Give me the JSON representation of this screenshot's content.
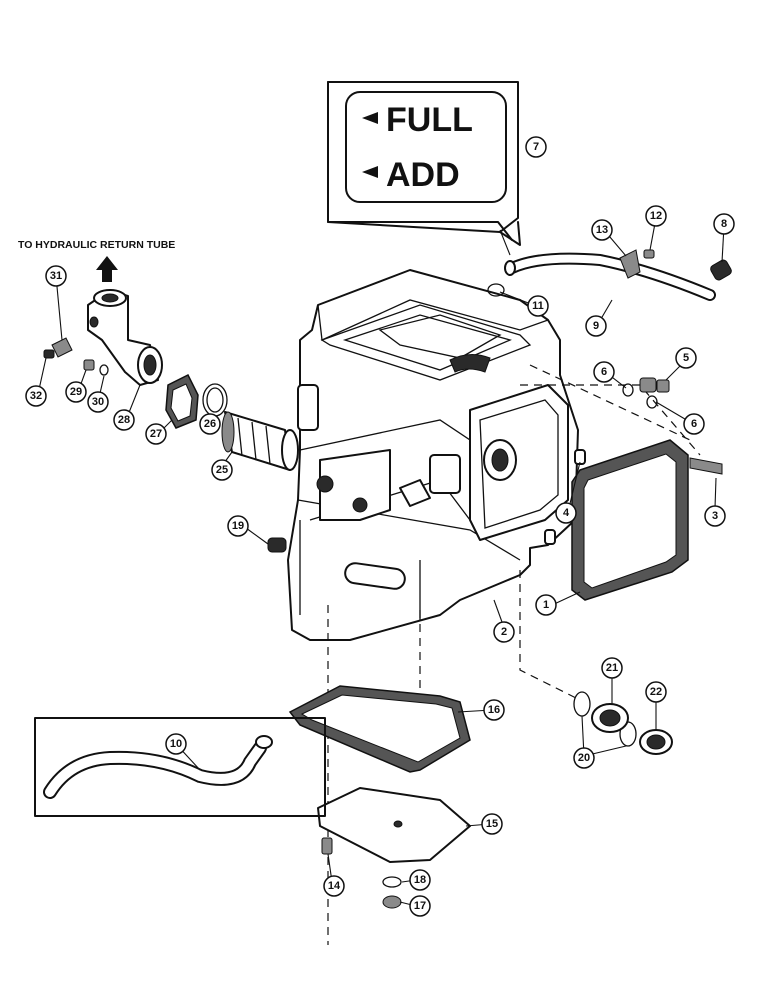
{
  "gauge": {
    "full_label": "FULL",
    "add_label": "ADD"
  },
  "return_tube_label": "TO HYDRAULIC RETURN TUBE",
  "callouts": [
    "1",
    "2",
    "3",
    "4",
    "5",
    "6",
    "7",
    "8",
    "9",
    "10",
    "11",
    "12",
    "13",
    "14",
    "15",
    "16",
    "17",
    "18",
    "19",
    "20",
    "21",
    "22",
    "25",
    "26",
    "27",
    "28",
    "29",
    "30",
    "31",
    "32"
  ]
}
